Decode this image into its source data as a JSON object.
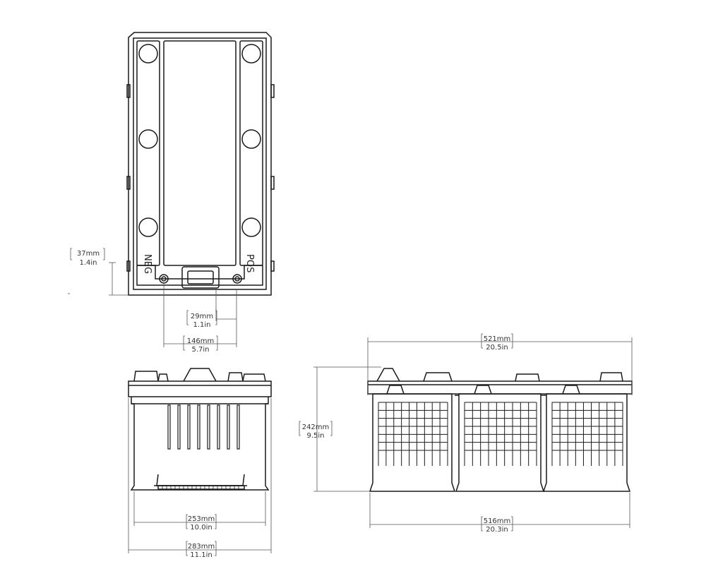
{
  "colors": {
    "line": "#1a1a1a",
    "dim": "#555555",
    "text": "#333333",
    "background": "#ffffff"
  },
  "top_view": {
    "neg_label": "NEG",
    "pos_label": "POS"
  },
  "dimensions": {
    "terminal_height": {
      "mm": "37mm",
      "in": "1.4in"
    },
    "terminal_width": {
      "mm": "29mm",
      "in": "1.1in"
    },
    "terminal_spacing": {
      "mm": "146mm",
      "in": "5.7in"
    },
    "overall_length": {
      "mm": "521mm",
      "in": "20.5in"
    },
    "height": {
      "mm": "242mm",
      "in": "9.5in"
    },
    "base_width": {
      "mm": "253mm",
      "in": "10.0in"
    },
    "overall_width": {
      "mm": "283mm",
      "in": "11.1in"
    },
    "base_length": {
      "mm": "516mm",
      "in": "20.3in"
    }
  }
}
